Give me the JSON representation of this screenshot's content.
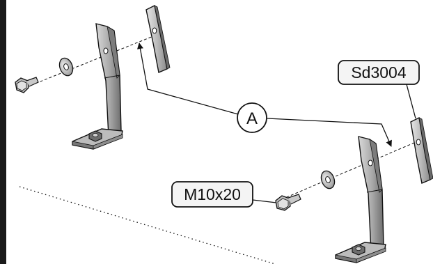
{
  "labels": {
    "callout": "A",
    "part_number": "Sd3004",
    "bolt_spec": "M10x20"
  },
  "colors": {
    "line": "#111111",
    "plate_light": "#cfcfcf",
    "plate_mid": "#9a9a9a",
    "plate_dark": "#5a5a5a",
    "label_bg": "#f4f4f4",
    "frame_bar": "#1a1a1a"
  }
}
